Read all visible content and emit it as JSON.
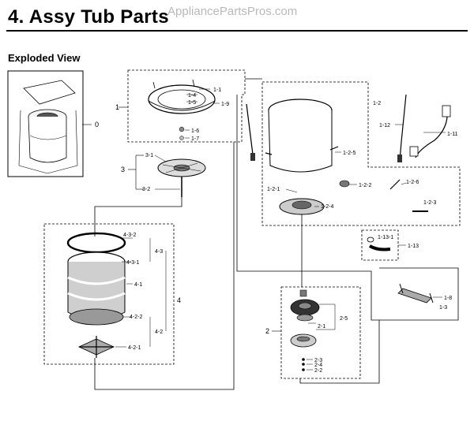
{
  "header": {
    "title": "4.  Assy Tub Parts",
    "watermark": "AppliancePartsPros.com",
    "subtitle": "Exploded View"
  },
  "labels": {
    "l0": "0",
    "l1": "1",
    "l1_1": "1-1",
    "l1_4": "1-4",
    "l1_5": "1-5",
    "l1_9": "1-9",
    "l1_6": "1-6",
    "l1_7": "1-7",
    "l3": "3",
    "l3_1": "3-1",
    "l3_2": "3-2",
    "l1_2": "1-2",
    "l1_2_5": "1-2-5",
    "l1_12": "1-12",
    "l1_11": "1-11",
    "l1_2_1": "1-2-1",
    "l1_2_2": "1-2-2",
    "l1_2_6": "1-2-6",
    "l1_2_4": "1-2-4",
    "l1_2_3": "1-2-3",
    "l1_13_1": "1-13-1",
    "l1_13": "1-13",
    "l4_3_2": "4-3-2",
    "l4_3": "4-3",
    "l4_3_1": "4-3-1",
    "l4_1": "4-1",
    "l4": "4",
    "l4_2_2": "4-2-2",
    "l4_2": "4-2",
    "l4_2_1": "4-2-1",
    "l1_8": "1-8",
    "l1_3": "1-3",
    "l2": "2",
    "l2_5": "2-5",
    "l2_1": "2-1",
    "l2_3": "2-3",
    "l2_4": "2-4",
    "l2_2": "2-2"
  }
}
